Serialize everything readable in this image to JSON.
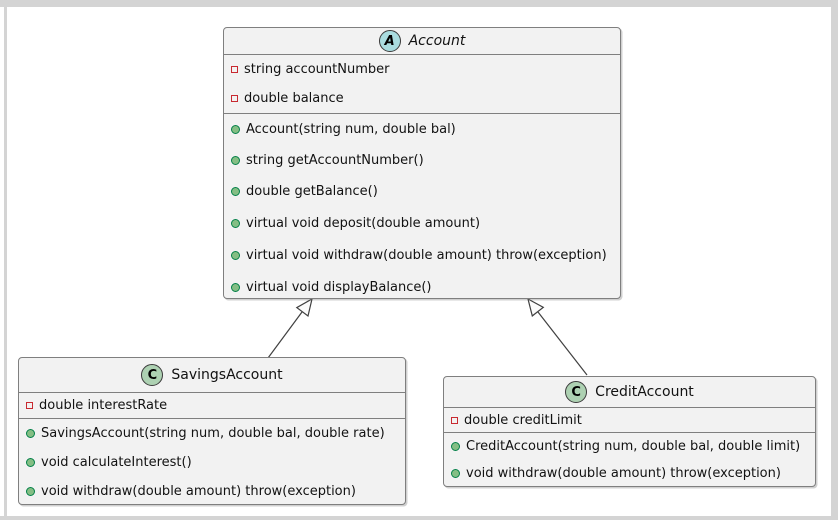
{
  "diagram": {
    "type": "uml-class-diagram",
    "classes": [
      {
        "name": "Account",
        "stereotype": "abstract",
        "stereotype_letter": "A",
        "fields": [
          "string accountNumber",
          "double balance"
        ],
        "methods": [
          "Account(string num, double bal)",
          "string getAccountNumber()",
          "double getBalance()",
          "virtual void deposit(double amount)",
          "virtual void withdraw(double amount) throw(exception)",
          "virtual void displayBalance()"
        ]
      },
      {
        "name": "SavingsAccount",
        "stereotype": "class",
        "stereotype_letter": "C",
        "fields": [
          "double interestRate"
        ],
        "methods": [
          "SavingsAccount(string num, double bal, double rate)",
          "void calculateInterest()",
          "void withdraw(double amount) throw(exception)"
        ]
      },
      {
        "name": "CreditAccount",
        "stereotype": "class",
        "stereotype_letter": "C",
        "fields": [
          "double creditLimit"
        ],
        "methods": [
          "CreditAccount(string num, double bal, double limit)",
          "void withdraw(double amount) throw(exception)"
        ]
      }
    ],
    "relations": [
      {
        "from": "SavingsAccount",
        "to": "Account",
        "type": "inheritance"
      },
      {
        "from": "CreditAccount",
        "to": "Account",
        "type": "inheritance"
      }
    ],
    "colors": {
      "box_fill": "#F2F2F2",
      "box_border": "#7F7F7F",
      "abstract_circle_fill": "#A9DCDF",
      "class_circle_fill": "#ADD1B2",
      "circle_border": "#3A3A3A",
      "private_field_icon": "#C82930",
      "public_method_fill": "#84BE84",
      "public_method_border": "#038048",
      "frame_color": "#D4D4D4",
      "arrow_color": "#404040"
    }
  }
}
